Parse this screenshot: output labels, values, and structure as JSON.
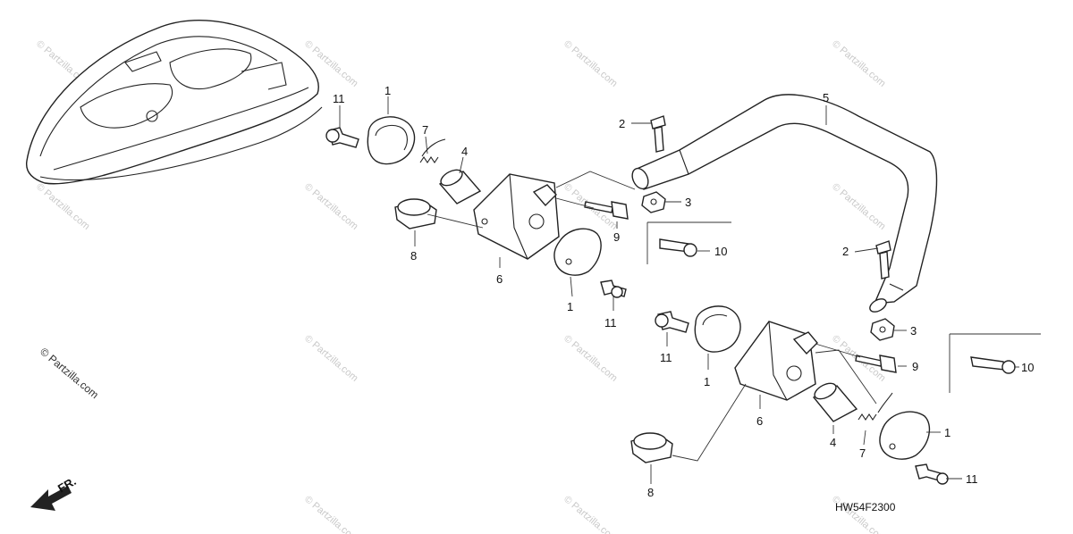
{
  "diagram_code": "HW54F2300",
  "front_label": "FR.",
  "watermark": "© Partzilla.com",
  "callouts": {
    "c1a": "1",
    "c1b": "1",
    "c1c": "1",
    "c1d": "1",
    "c2a": "2",
    "c2b": "2",
    "c3a": "3",
    "c3b": "3",
    "c4a": "4",
    "c4b": "4",
    "c5": "5",
    "c6a": "6",
    "c6b": "6",
    "c7a": "7",
    "c7b": "7",
    "c8a": "8",
    "c8b": "8",
    "c9a": "9",
    "c9b": "9",
    "c10a": "10",
    "c10b": "10",
    "c11a": "11",
    "c11b": "11",
    "c11c": "11",
    "c11d": "11"
  }
}
